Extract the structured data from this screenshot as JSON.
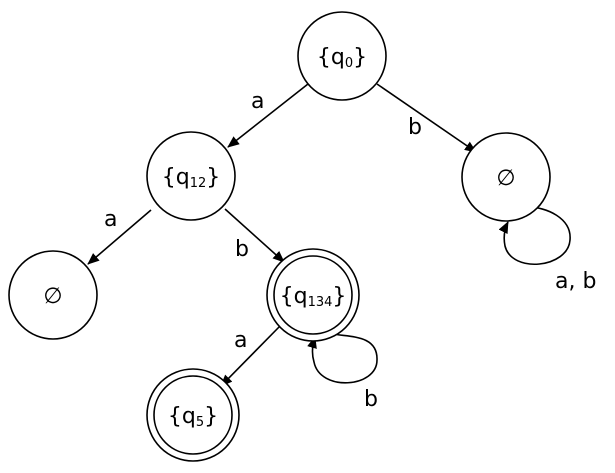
{
  "nodes": {
    "q0": {
      "base": "{q",
      "sub": "0",
      "tail": "}",
      "accepting": false
    },
    "q12": {
      "base": "{q",
      "sub": "12",
      "tail": "}",
      "accepting": false
    },
    "e1": {
      "base": "∅",
      "sub": "",
      "tail": "",
      "accepting": false
    },
    "e2": {
      "base": "∅",
      "sub": "",
      "tail": "",
      "accepting": false
    },
    "q134": {
      "base": "{q",
      "sub": "134",
      "tail": "}",
      "accepting": true
    },
    "q5": {
      "base": "{q",
      "sub": "5",
      "tail": "}",
      "accepting": true
    }
  },
  "edges": {
    "q0_q12": "a",
    "q0_e1": "b",
    "q12_e2": "a",
    "q12_q134": "b",
    "q134_q5": "a",
    "q134_loop": "b",
    "e1_loop": "a, b"
  },
  "colors": {
    "stroke": "#000000",
    "background": "#ffffff"
  }
}
